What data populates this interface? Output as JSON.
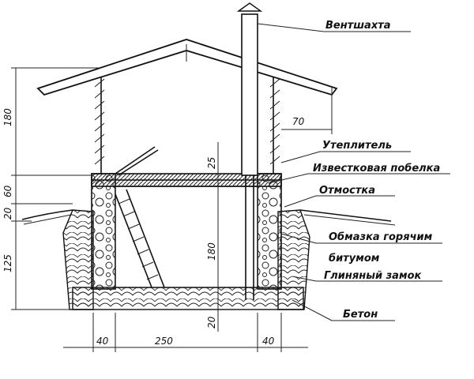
{
  "labels": {
    "vent_shaft": "Вентшахта",
    "insulation": "Утеплитель",
    "lime_whitewash": "Известковая побелка",
    "blind_area": "Отмостка",
    "bitumen_1": "Обмазка горячим",
    "bitumen_2": "битумом",
    "clay_lock": "Глиняный замок",
    "concrete": "Бетон"
  },
  "dimensions": {
    "roof_height": "180",
    "wall_above_60": "60",
    "wall_above_20": "20",
    "depth": "125",
    "ceiling_25": "25",
    "inner_height": "180",
    "floor_20": "20",
    "overhang_70": "70",
    "wall_left": "40",
    "inner_width": "250",
    "wall_right": "40"
  }
}
